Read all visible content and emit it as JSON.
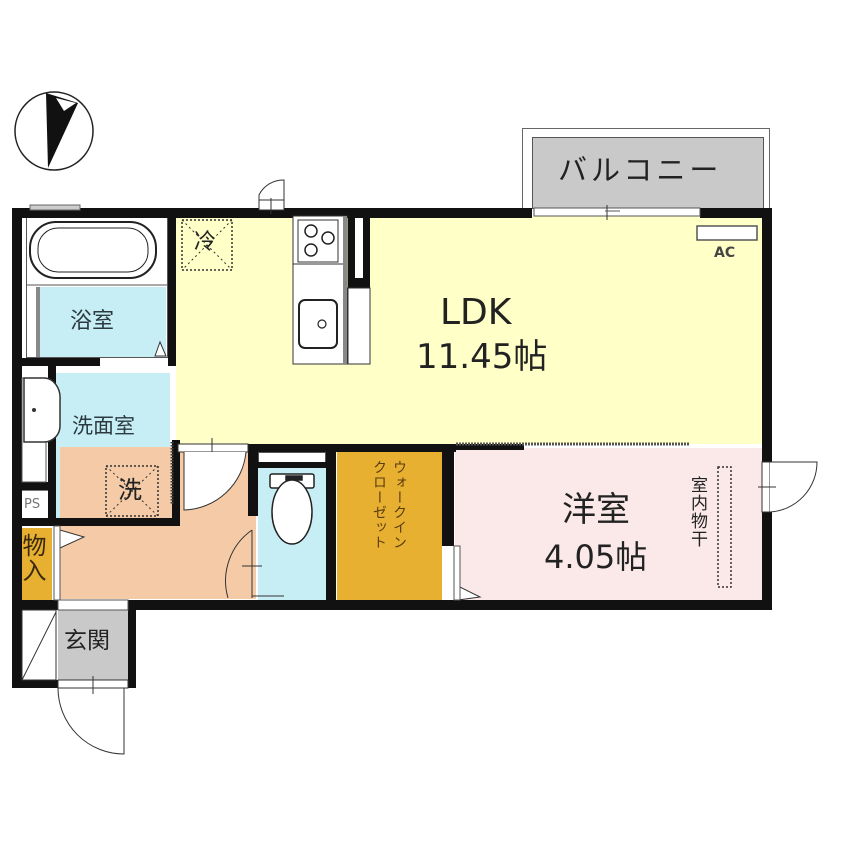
{
  "floor_plan": {
    "compass": {
      "icon": "north-arrow-icon"
    },
    "rooms": {
      "ldk": {
        "name": "LDK",
        "area": "11.45帖",
        "color": "#FFFFC8"
      },
      "western_room": {
        "name": "洋室",
        "area": "4.05帖",
        "color": "#FBE9EA"
      },
      "bathroom": {
        "name": "浴室",
        "color": "#C8EEF5"
      },
      "washroom": {
        "name": "洗面室",
        "color": "#C8EEF5"
      },
      "toilet": {
        "color": "#C8EEF5"
      },
      "walk_in_closet": {
        "name_line1": "ウォークイン",
        "name_line2": "クローゼット",
        "color": "#E8B030"
      },
      "hallway": {
        "color": "#F5CBA7"
      },
      "storage": {
        "name": "物入",
        "color": "#E8B030"
      },
      "entrance": {
        "name": "玄関",
        "color": "#C9C9C9"
      },
      "balcony": {
        "name": "バルコニー",
        "color": "#C9C9C9"
      },
      "pipe_space": {
        "name": "PS"
      }
    },
    "fixtures": {
      "fridge": "冷",
      "washer": "洗",
      "ac": "AC",
      "indoor_drying": "室内物干"
    }
  }
}
